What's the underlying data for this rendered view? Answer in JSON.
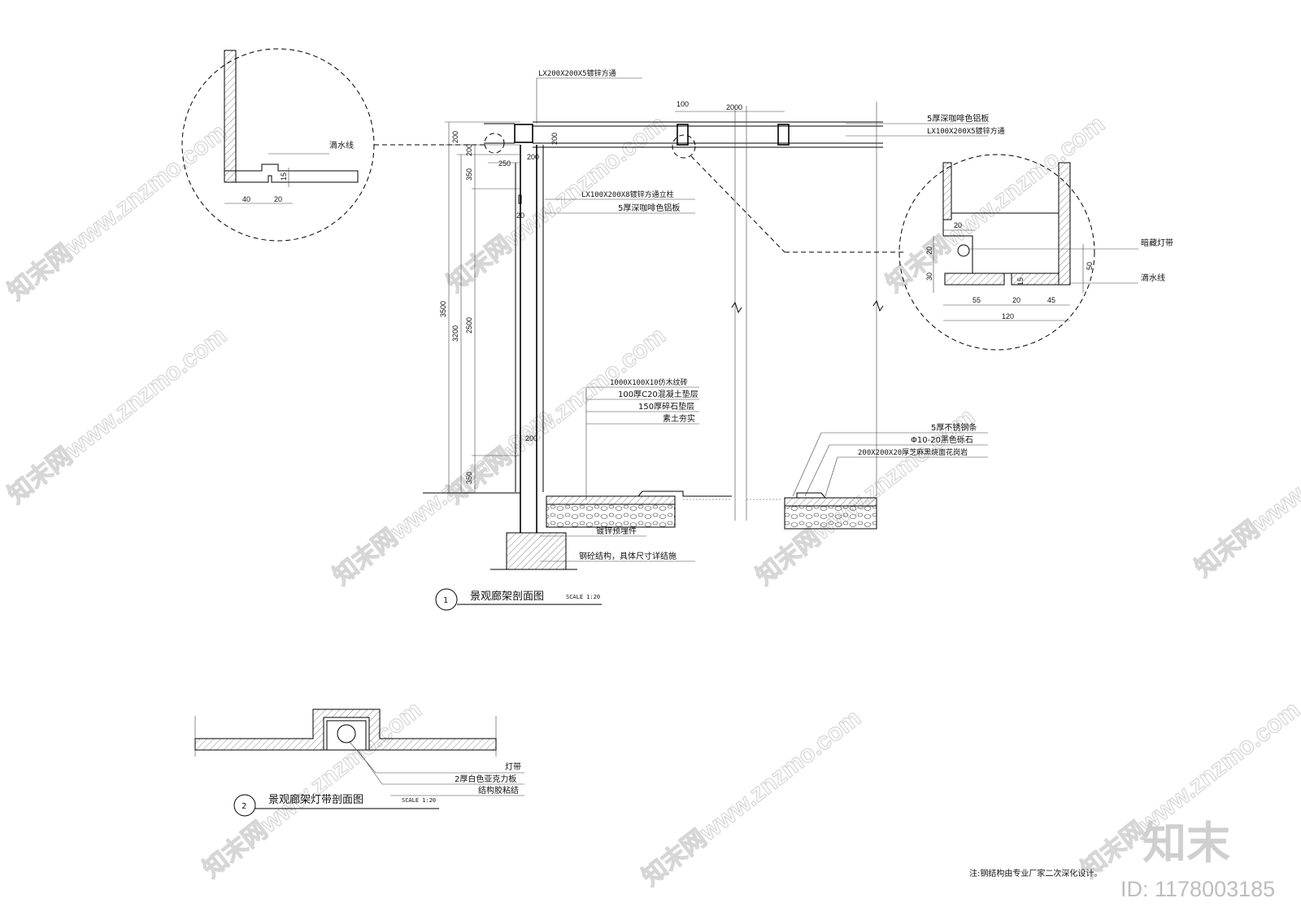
{
  "section1": {
    "number": "1",
    "title": "景观廊架剖面图",
    "scale": "SCALE 1:20",
    "labels": {
      "top_beam": "LX200X200X5镀锌方通",
      "panel_top": "5厚深咖啡色铝板",
      "purlin": "LX100X200X5镀锌方通",
      "column": "LX100X200X8镀锌方通立柱",
      "column_panel": "5厚深咖啡色铝板",
      "drip_line": "滴水线",
      "hidden_light": "暗藏灯带",
      "drip_line_2": "滴水线",
      "layer1": "1000X100X10仿木纹砖",
      "layer2": "100厚C20混凝土垫层",
      "layer3": "150厚碎石垫层",
      "layer4": "素土夯实",
      "strip1": "5厚不锈钢条",
      "strip2": "Φ10-20黑色砾石",
      "strip3": "200X200X20厚芝麻黑烧面花岗岩",
      "embed": "镀锌预埋件",
      "foundation": "钢砼结构，具体尺寸详结施"
    },
    "dims": {
      "d3500": "3500",
      "d3200": "3200",
      "d2500": "2500",
      "d350a": "350",
      "d350b": "350",
      "d200a": "200",
      "d200b": "200",
      "d200c": "200",
      "d200d": "200",
      "d200e": "200",
      "d250": "250",
      "d100": "100",
      "d2000": "2000",
      "d20": "20",
      "d40": "40",
      "d20b": "20",
      "d15": "15",
      "c20": "20",
      "c20b": "20",
      "c30": "30",
      "c15": "15",
      "c50": "50",
      "c55": "55",
      "c20c": "20",
      "c45": "45",
      "c120": "120"
    }
  },
  "section2": {
    "number": "2",
    "title": "景观廊架灯带剖面图",
    "scale": "SCALE 1:20",
    "labels": {
      "light": "灯带",
      "acrylic": "2厚白色亚克力板",
      "glue": "结构胶粘结"
    }
  },
  "note": "注:钢结构由专业厂家二次深化设计。",
  "watermark": {
    "brand": "知末",
    "id": "ID: 1178003185",
    "text": "知末网www.znzmo.com"
  }
}
